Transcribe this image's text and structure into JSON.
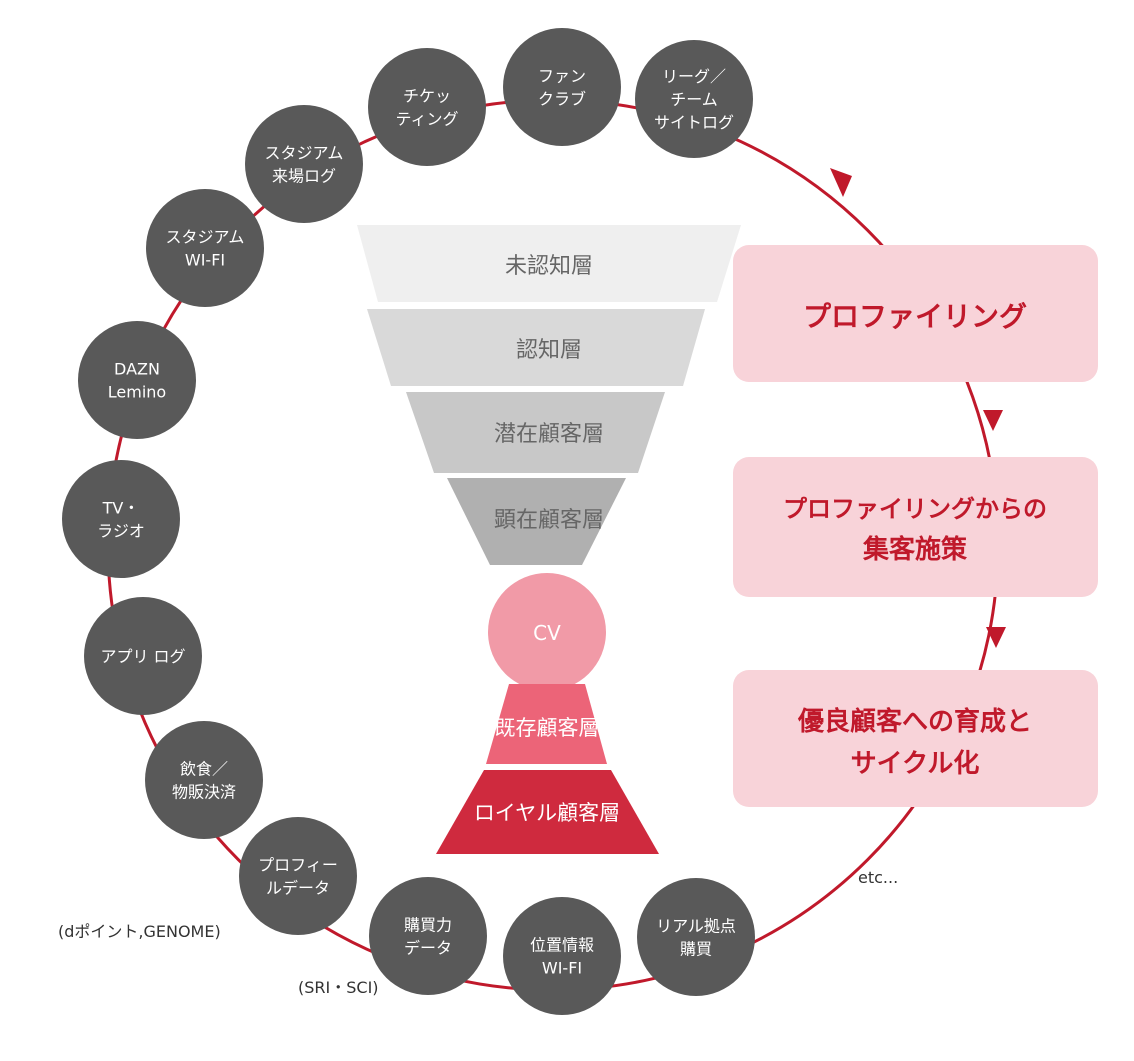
{
  "colors": {
    "ring": "#c0192b",
    "node_fill": "#595959",
    "node_text": "#ffffff",
    "box_fill": "#f8d3d9",
    "box_text": "#c0192b",
    "cv_fill": "#f19aa7",
    "layer_existing": "#ec6478",
    "layer_loyal": "#cf2a3e"
  },
  "nodes": [
    {
      "lines": [
        "リーグ／",
        "チーム",
        "サイトログ"
      ]
    },
    {
      "lines": [
        "リアル拠点",
        "購買"
      ]
    },
    {
      "lines": [
        "位置情報",
        "WI-FI"
      ]
    },
    {
      "lines": [
        "購買力",
        "データ"
      ]
    },
    {
      "lines": [
        "プロフィー",
        "ルデータ"
      ]
    },
    {
      "lines": [
        "飲食／",
        "物販決済"
      ]
    },
    {
      "lines": [
        "アプリ ログ"
      ]
    },
    {
      "lines": [
        "TV・",
        "ラジオ"
      ]
    },
    {
      "lines": [
        "DAZN",
        "Lemino"
      ]
    },
    {
      "lines": [
        "スタジアム",
        "WI-FI"
      ]
    },
    {
      "lines": [
        "スタジアム",
        "来場ログ"
      ]
    },
    {
      "lines": [
        "チケッ",
        "ティング"
      ]
    },
    {
      "lines": [
        "ファン",
        "クラブ"
      ]
    }
  ],
  "notes": {
    "dpoint": "(dポイント,GENOME)",
    "sri": "(SRI・SCI)",
    "etc": "etc..."
  },
  "funnel": {
    "layers": [
      "未認知層",
      "認知層",
      "潜在顧客層",
      "顕在顧客層"
    ],
    "cv": "CV",
    "bottom_layers": [
      "既存顧客層",
      "ロイヤル顧客層"
    ]
  },
  "steps": [
    {
      "lines": [
        "プロファイリング"
      ]
    },
    {
      "lines": [
        "プロファイリングからの",
        "集客施策"
      ]
    },
    {
      "lines": [
        "優良顧客への育成と",
        "サイクル化"
      ]
    }
  ]
}
